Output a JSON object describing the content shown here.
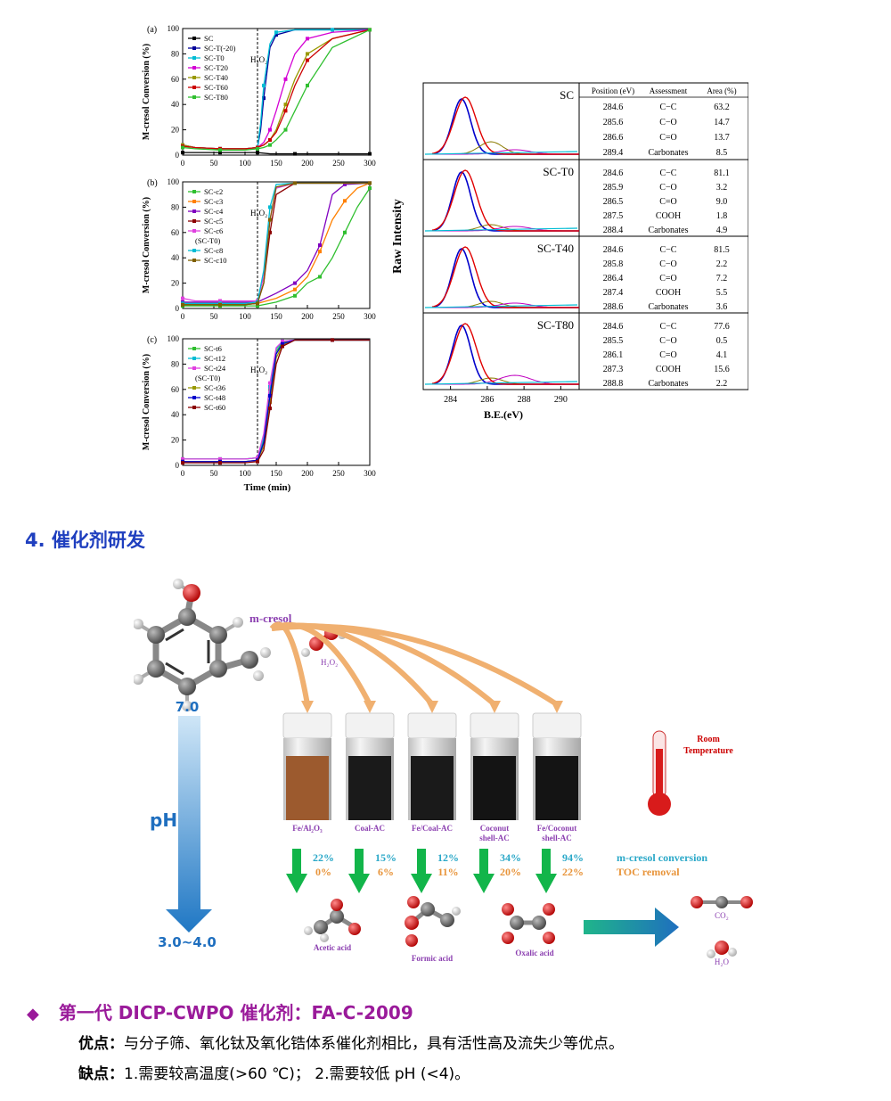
{
  "charts": {
    "a": {
      "panel_label": "(a)",
      "ylabel": "M-cresol Conversion (%)",
      "h2o2_label": "H₂O₂",
      "xticks": [
        "0",
        "50",
        "100",
        "150",
        "200",
        "250",
        "300"
      ],
      "yticks": [
        "0",
        "20",
        "40",
        "60",
        "80",
        "100"
      ],
      "legend": [
        "SC",
        "SC-T(-20)",
        "SC-T0",
        "SC-T20",
        "SC-T40",
        "SC-T60",
        "SC-T80"
      ]
    },
    "b": {
      "panel_label": "(b)",
      "ylabel": "M-cresol Conversion (%)",
      "h2o2_label": "H₂O₂",
      "xticks": [
        "0",
        "50",
        "100",
        "150",
        "200",
        "250",
        "300"
      ],
      "yticks": [
        "0",
        "20",
        "40",
        "60",
        "80",
        "100"
      ],
      "legend": [
        "SC-c2",
        "SC-c3",
        "SC-c4",
        "SC-c5",
        "SC-c6",
        "(SC-T0)",
        "SC-c8",
        "SC-c10"
      ]
    },
    "c": {
      "panel_label": "(c)",
      "ylabel": "M-cresol Conversion (%)",
      "xlabel": "Time (min)",
      "h2o2_label": "H₂O₂",
      "xticks": [
        "0",
        "50",
        "100",
        "150",
        "200",
        "250",
        "300"
      ],
      "yticks": [
        "0",
        "20",
        "40",
        "60",
        "80",
        "100"
      ],
      "legend": [
        "SC-t6",
        "SC-t12",
        "SC-t24",
        "(SC-T0)",
        "SC-t36",
        "SC-t48",
        "SC-t60"
      ]
    }
  },
  "chart_data": [
    {
      "type": "line",
      "panel": "(a)",
      "xlabel": "",
      "ylabel": "M-cresol Conversion (%)",
      "xlim": [
        0,
        300
      ],
      "ylim": [
        0,
        100
      ],
      "series": [
        {
          "name": "SC",
          "color": "#000000",
          "x": [
            0,
            20,
            60,
            100,
            120,
            140,
            180,
            240,
            300
          ],
          "y": [
            2,
            2,
            2,
            2,
            2,
            1,
            1,
            1,
            1
          ]
        },
        {
          "name": "SC-T(-20)",
          "color": "#000099",
          "x": [
            0,
            20,
            60,
            100,
            120,
            125,
            130,
            140,
            150,
            180,
            240,
            300
          ],
          "y": [
            8,
            6,
            5,
            5,
            6,
            20,
            45,
            85,
            95,
            99,
            99,
            99
          ]
        },
        {
          "name": "SC-T0",
          "color": "#00bcd4",
          "x": [
            0,
            20,
            60,
            100,
            120,
            125,
            130,
            140,
            150,
            180,
            240,
            300
          ],
          "y": [
            8,
            6,
            5,
            5,
            6,
            25,
            55,
            88,
            97,
            99,
            99,
            99
          ]
        },
        {
          "name": "SC-T20",
          "color": "#d400d4",
          "x": [
            0,
            20,
            60,
            100,
            120,
            130,
            140,
            150,
            165,
            180,
            200,
            240,
            300
          ],
          "y": [
            8,
            6,
            5,
            5,
            6,
            10,
            20,
            35,
            60,
            80,
            92,
            97,
            99
          ]
        },
        {
          "name": "SC-T40",
          "color": "#999900",
          "x": [
            0,
            20,
            60,
            100,
            120,
            130,
            140,
            150,
            165,
            180,
            200,
            240,
            300
          ],
          "y": [
            8,
            6,
            5,
            5,
            6,
            8,
            12,
            20,
            40,
            60,
            80,
            92,
            99
          ]
        },
        {
          "name": "SC-T60",
          "color": "#cc0000",
          "x": [
            0,
            20,
            60,
            100,
            120,
            130,
            140,
            150,
            165,
            180,
            200,
            240,
            300
          ],
          "y": [
            7,
            6,
            5,
            5,
            6,
            8,
            12,
            18,
            35,
            55,
            75,
            92,
            99
          ]
        },
        {
          "name": "SC-T80",
          "color": "#2fbf2f",
          "x": [
            0,
            20,
            60,
            100,
            120,
            130,
            140,
            150,
            165,
            180,
            200,
            240,
            300
          ],
          "y": [
            6,
            5,
            4,
            4,
            5,
            6,
            8,
            12,
            20,
            35,
            55,
            85,
            99
          ]
        }
      ]
    },
    {
      "type": "line",
      "panel": "(b)",
      "xlabel": "",
      "ylabel": "M-cresol Conversion (%)",
      "xlim": [
        0,
        300
      ],
      "ylim": [
        0,
        100
      ],
      "series": [
        {
          "name": "SC-c2",
          "color": "#2fbf2f",
          "x": [
            0,
            20,
            60,
            100,
            120,
            150,
            180,
            200,
            220,
            240,
            260,
            280,
            300
          ],
          "y": [
            2,
            2,
            2,
            2,
            2,
            5,
            10,
            20,
            25,
            40,
            60,
            80,
            95
          ]
        },
        {
          "name": "SC-c3",
          "color": "#ff8000",
          "x": [
            0,
            20,
            60,
            100,
            120,
            150,
            180,
            200,
            220,
            240,
            260,
            280,
            300
          ],
          "y": [
            4,
            4,
            4,
            4,
            4,
            8,
            15,
            25,
            45,
            70,
            85,
            95,
            99
          ]
        },
        {
          "name": "SC-c4",
          "color": "#8000c0",
          "x": [
            0,
            20,
            60,
            100,
            120,
            150,
            180,
            200,
            220,
            240,
            260,
            300
          ],
          "y": [
            5,
            5,
            5,
            5,
            5,
            12,
            20,
            30,
            50,
            90,
            98,
            99
          ]
        },
        {
          "name": "SC-c5",
          "color": "#8b0000",
          "x": [
            0,
            20,
            60,
            100,
            120,
            130,
            140,
            150,
            180,
            240,
            300
          ],
          "y": [
            3,
            3,
            3,
            3,
            4,
            20,
            60,
            90,
            99,
            99,
            99
          ]
        },
        {
          "name": "SC-c6",
          "color": "#e040e0",
          "x": [
            0,
            20,
            60,
            100,
            120,
            130,
            140,
            150,
            180,
            240,
            300
          ],
          "y": [
            8,
            6,
            6,
            6,
            6,
            25,
            70,
            95,
            99,
            99,
            99
          ]
        },
        {
          "name": "SC-c8",
          "color": "#00bcd4",
          "x": [
            0,
            20,
            60,
            100,
            120,
            130,
            140,
            150,
            180,
            240,
            300
          ],
          "y": [
            4,
            4,
            4,
            4,
            5,
            30,
            80,
            98,
            99,
            99,
            99
          ]
        },
        {
          "name": "SC-c10",
          "color": "#806000",
          "x": [
            0,
            20,
            60,
            100,
            120,
            130,
            140,
            150,
            180,
            240,
            300
          ],
          "y": [
            3,
            3,
            3,
            3,
            4,
            20,
            70,
            96,
            99,
            99,
            99
          ]
        }
      ]
    },
    {
      "type": "line",
      "panel": "(c)",
      "xlabel": "Time (min)",
      "ylabel": "M-cresol Conversion (%)",
      "xlim": [
        0,
        300
      ],
      "ylim": [
        0,
        100
      ],
      "series": [
        {
          "name": "SC-t6",
          "color": "#2fbf2f",
          "x": [
            0,
            20,
            60,
            100,
            120,
            130,
            140,
            150,
            160,
            180,
            240,
            300
          ],
          "y": [
            5,
            5,
            5,
            5,
            6,
            20,
            60,
            90,
            97,
            99,
            99,
            99
          ]
        },
        {
          "name": "SC-t12",
          "color": "#00bcd4",
          "x": [
            0,
            20,
            60,
            100,
            120,
            130,
            140,
            150,
            160,
            180,
            240,
            300
          ],
          "y": [
            5,
            5,
            5,
            5,
            6,
            22,
            62,
            92,
            98,
            99,
            99,
            99
          ]
        },
        {
          "name": "SC-t24",
          "color": "#e040e0",
          "x": [
            0,
            20,
            60,
            100,
            120,
            130,
            140,
            150,
            160,
            180,
            240,
            300
          ],
          "y": [
            5,
            5,
            5,
            5,
            6,
            25,
            65,
            93,
            98,
            99,
            99,
            99
          ]
        },
        {
          "name": "SC-t36",
          "color": "#999900",
          "x": [
            0,
            20,
            60,
            100,
            120,
            130,
            140,
            150,
            160,
            180,
            240,
            300
          ],
          "y": [
            3,
            3,
            3,
            3,
            4,
            15,
            50,
            85,
            95,
            99,
            99,
            99
          ]
        },
        {
          "name": "SC-t48",
          "color": "#0000cc",
          "x": [
            0,
            20,
            60,
            100,
            120,
            130,
            140,
            150,
            160,
            180,
            240,
            300
          ],
          "y": [
            3,
            3,
            3,
            3,
            4,
            18,
            55,
            88,
            96,
            99,
            99,
            99
          ]
        },
        {
          "name": "SC-t60",
          "color": "#8b0000",
          "x": [
            0,
            20,
            60,
            100,
            120,
            130,
            140,
            150,
            160,
            180,
            240,
            300
          ],
          "y": [
            2,
            2,
            2,
            2,
            3,
            12,
            45,
            80,
            94,
            99,
            99,
            99
          ]
        }
      ]
    }
  ],
  "xps": {
    "ylabel": "Raw Intensity",
    "xlabel": "B.E.(eV)",
    "xticks": [
      "284",
      "286",
      "288",
      "290"
    ],
    "table_headers": [
      "Position (eV)",
      "Assessment",
      "Area (%)"
    ],
    "panels": [
      {
        "name": "SC",
        "rows": [
          [
            "284.6",
            "C−C",
            "63.2"
          ],
          [
            "285.6",
            "C−O",
            "14.7"
          ],
          [
            "286.6",
            "C=O",
            "13.7"
          ],
          [
            "289.4",
            "Carbonates",
            "8.5"
          ]
        ]
      },
      {
        "name": "SC-T0",
        "rows": [
          [
            "284.6",
            "C−C",
            "81.1"
          ],
          [
            "285.9",
            "C−O",
            "3.2"
          ],
          [
            "286.5",
            "C=O",
            "9.0"
          ],
          [
            "287.5",
            "COOH",
            "1.8"
          ],
          [
            "288.4",
            "Carbonates",
            "4.9"
          ]
        ]
      },
      {
        "name": "SC-T40",
        "rows": [
          [
            "284.6",
            "C−C",
            "81.5"
          ],
          [
            "285.8",
            "C−O",
            "2.2"
          ],
          [
            "286.4",
            "C=O",
            "7.2"
          ],
          [
            "287.4",
            "COOH",
            "5.5"
          ],
          [
            "288.6",
            "Carbonates",
            "3.6"
          ]
        ]
      },
      {
        "name": "SC-T80",
        "rows": [
          [
            "284.6",
            "C−C",
            "77.6"
          ],
          [
            "285.5",
            "C−O",
            "0.5"
          ],
          [
            "286.1",
            "C=O",
            "4.1"
          ],
          [
            "287.3",
            "COOH",
            "15.6"
          ],
          [
            "288.8",
            "Carbonates",
            "2.2"
          ]
        ]
      }
    ]
  },
  "section": {
    "heading": "4.  催化剂研发"
  },
  "schematic": {
    "molecule_label": "m-cresol",
    "h2o2_label": "H₂O₂",
    "ph_label": "pH",
    "ph_top": "7.0",
    "ph_bottom": "3.0~4.0",
    "room_temp": [
      "Room",
      "Temperature"
    ],
    "catalysts": [
      {
        "name": [
          "Fe/Al₂O₃"
        ],
        "conv": "22%",
        "toc": "0%",
        "fill": "#9c5a2e"
      },
      {
        "name": [
          "Coal-AC"
        ],
        "conv": "15%",
        "toc": "6%",
        "fill": "#1a1a1a"
      },
      {
        "name": [
          "Fe/Coal-AC"
        ],
        "conv": "12%",
        "toc": "11%",
        "fill": "#1a1a1a"
      },
      {
        "name": [
          "Coconut",
          "shell-AC"
        ],
        "conv": "34%",
        "toc": "20%",
        "fill": "#141414"
      },
      {
        "name": [
          "Fe/Coconut",
          "shell-AC"
        ],
        "conv": "94%",
        "toc": "22%",
        "fill": "#141414"
      }
    ],
    "legend_conv": "m-cresol conversion",
    "legend_toc": "TOC removal",
    "legend_conv_color": "#2aa8c8",
    "legend_toc_color": "#e8943a",
    "products": [
      "Acetic acid",
      "Formic acid",
      "Oxalic acid"
    ],
    "final_products": [
      "CO₂",
      "H₂O"
    ]
  },
  "generation": {
    "title": "第一代 DICP-CWPO 催化剂：FA-C-2009",
    "pros_label": "优点：",
    "pros_text": "与分子筛、氧化钛及氧化锆体系催化剂相比，具有活性高及流失少等优点。",
    "cons_label": "缺点：",
    "cons_text": "1.需要较高温度(>60 ℃)；  2.需要较低 pH (<4)。"
  }
}
